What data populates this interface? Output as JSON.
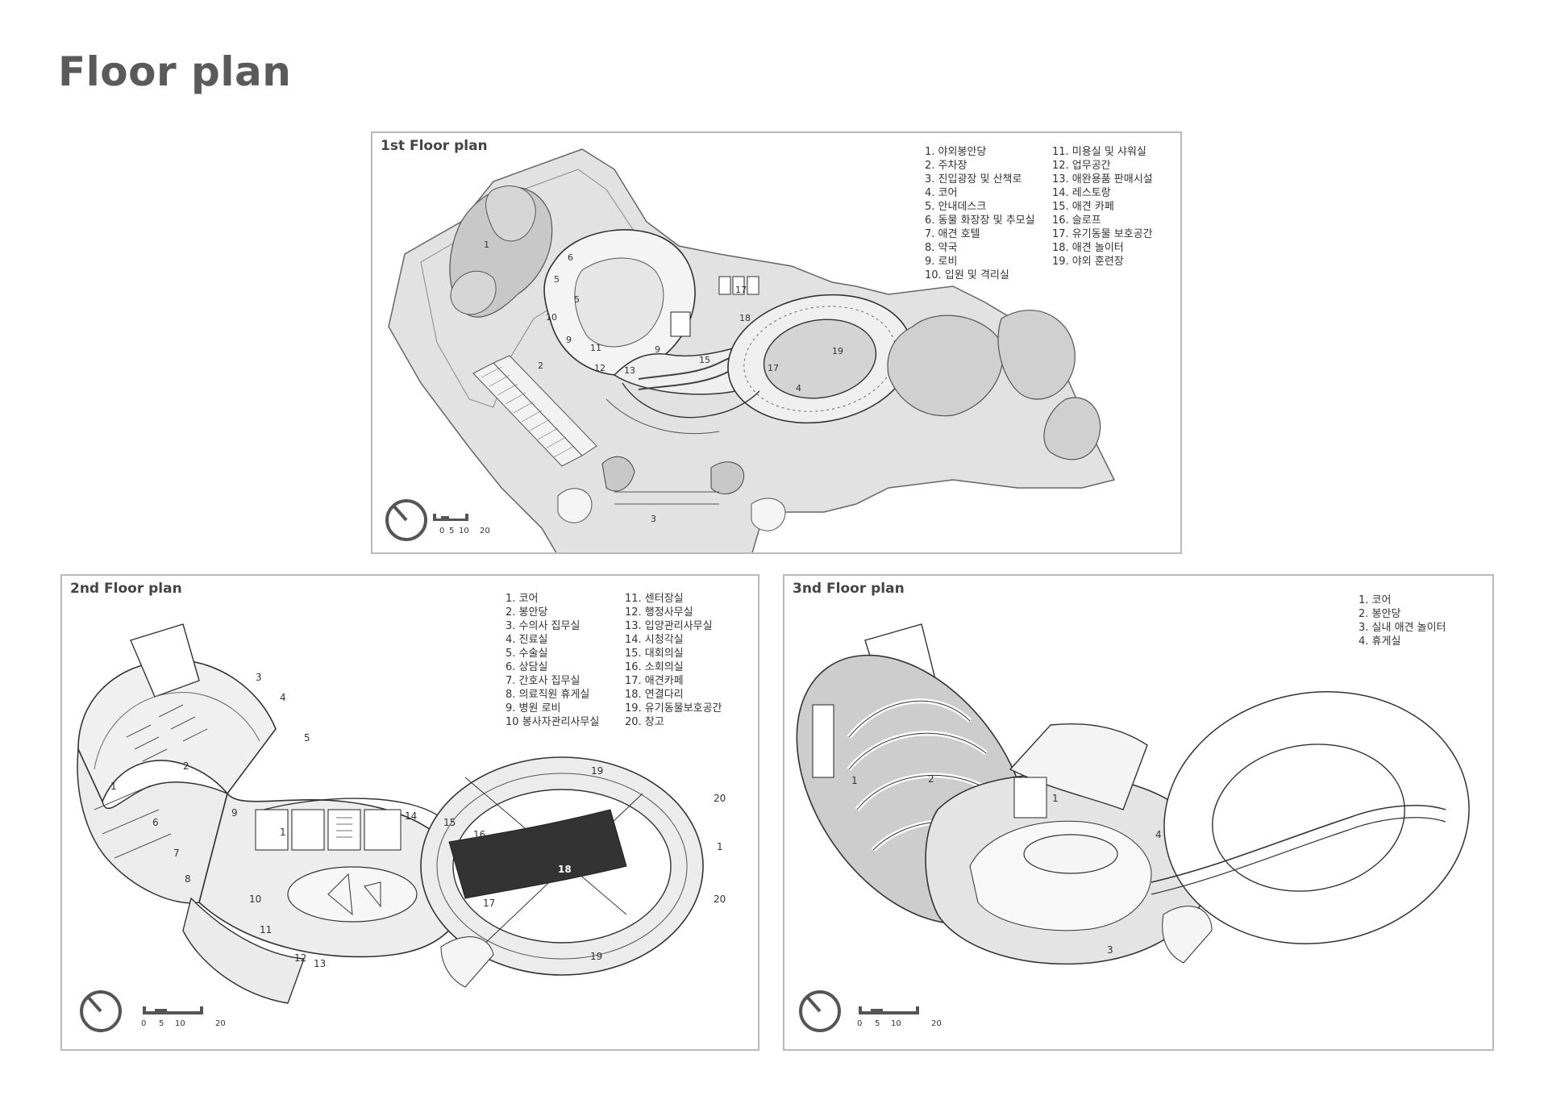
{
  "page": {
    "title": "Floor plan"
  },
  "floor1": {
    "title": "1st Floor plan",
    "legend_col1": [
      "1. 야외봉안당",
      "2. 주차장",
      "3. 진입광장 및 산책로",
      "4. 코어",
      "5. 안내데스크",
      "6. 동물 화장장 및 추모실",
      "7. 애견 호텔",
      "8. 약국",
      "9. 로비",
      "10. 입원 및 격리실"
    ],
    "legend_col2": [
      "11. 미용실 및 샤워실",
      "12. 업무공간",
      "13. 애완용품 판매시설",
      "14. 레스토랑",
      "15. 애견 카페",
      "16. 슬로프",
      "17. 유기동물 보호공간",
      "18. 애견 놀이터",
      "19. 야외 훈련장"
    ],
    "scale": [
      "0",
      "5",
      "10",
      "20"
    ],
    "labels": [
      "1",
      "2",
      "3",
      "4",
      "5",
      "5",
      "6",
      "9",
      "9",
      "10",
      "11",
      "12",
      "13",
      "15",
      "17",
      "17",
      "18",
      "19"
    ]
  },
  "floor2": {
    "title": "2nd Floor plan",
    "legend_col1": [
      "1. 코어",
      "2. 봉안당",
      "3. 수의사 집무실",
      "4. 진료실",
      "5. 수술실",
      "6. 상담실",
      "7. 간호사 집무실",
      "8. 의료직원 휴게실",
      "9. 병원 로비",
      "10 봉사자관리사무실"
    ],
    "legend_col2": [
      "11. 센터장실",
      "12. 행정사무실",
      "13. 입양관리사무실",
      "14. 시청각실",
      "15. 대회의실",
      "16. 소회의실",
      "17. 애견카페",
      "18. 연결다리",
      "19. 유기동물보호공간",
      "20. 창고"
    ],
    "scale": [
      "0",
      "5",
      "10",
      "20"
    ],
    "labels": [
      "1",
      "1",
      "1",
      "2",
      "3",
      "4",
      "5",
      "6",
      "7",
      "8",
      "9",
      "10",
      "11",
      "12",
      "13",
      "14",
      "15",
      "16",
      "17",
      "18",
      "19",
      "19",
      "20",
      "20"
    ]
  },
  "floor3": {
    "title": "3nd Floor plan",
    "legend_col1": [
      "1. 코어",
      "2. 봉안당",
      "3. 실내 애견 놀이터",
      "4. 휴게실"
    ],
    "scale": [
      "0",
      "5",
      "10",
      "20"
    ],
    "labels": [
      "1",
      "1",
      "2",
      "3",
      "4"
    ]
  }
}
